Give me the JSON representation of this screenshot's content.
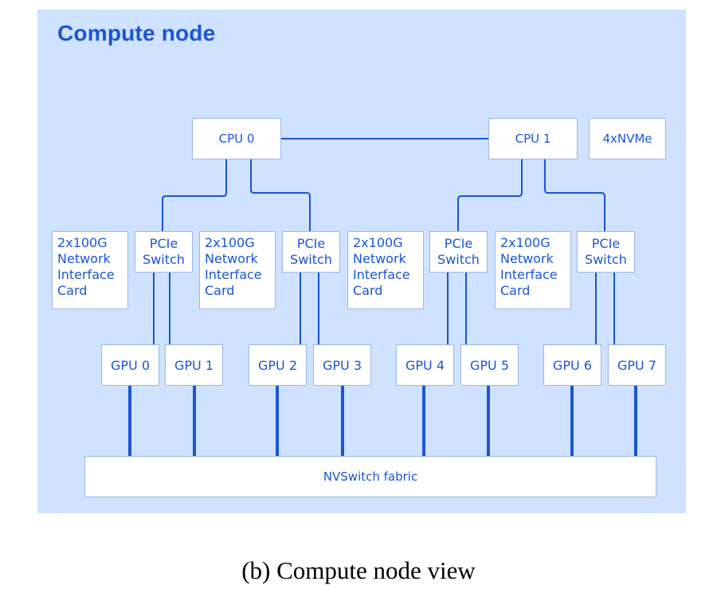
{
  "diagram": {
    "title": "Compute node",
    "cpus": [
      "CPU 0",
      "CPU 1"
    ],
    "storage": "4xNVMe",
    "nics": [
      "2x100G\nNetwork\nInterface\nCard",
      "2x100G\nNetwork\nInterface\nCard",
      "2x100G\nNetwork\nInterface\nCard",
      "2x100G\nNetwork\nInterface\nCard"
    ],
    "switches": [
      "PCIe\nSwitch",
      "PCIe\nSwitch",
      "PCIe\nSwitch",
      "PCIe\nSwitch"
    ],
    "gpus": [
      "GPU 0",
      "GPU 1",
      "GPU 2",
      "GPU 3",
      "GPU 4",
      "GPU 5",
      "GPU 6",
      "GPU 7"
    ],
    "fabric": "NVSwitch fabric"
  },
  "caption": "(b) Compute node view",
  "colors": {
    "panel": "#cfe2ff",
    "accent": "#1b55d4",
    "box": "#ffffff"
  }
}
